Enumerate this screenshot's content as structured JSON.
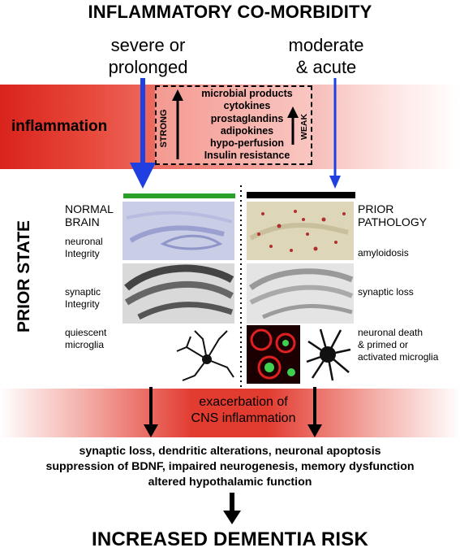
{
  "title": "INFLAMMATORY CO-MORBIDITY",
  "left_trigger": [
    "severe or",
    "prolonged"
  ],
  "right_trigger": [
    "moderate",
    "& acute"
  ],
  "band_label": "inflammation",
  "strong_label": "STRONG",
  "weak_label": "WEAK",
  "mediators": [
    "microbial products",
    "cytokines",
    "prostaglandins",
    "adipokines",
    "hypo-perfusion",
    "Insulin resistance"
  ],
  "prior_state_label": "PRIOR STATE",
  "normal": {
    "heading": [
      "NORMAL",
      "BRAIN"
    ],
    "row1": [
      "neuronal",
      "Integrity"
    ],
    "row2": [
      "synaptic",
      "Integrity"
    ],
    "row3": [
      "quiescent",
      "microglia"
    ]
  },
  "pathology": {
    "heading": [
      "PRIOR",
      "PATHOLOGY"
    ],
    "row1": [
      "amyloidosis"
    ],
    "row2": [
      "synaptic loss"
    ],
    "row3": [
      "neuronal death",
      "& primed or",
      "activated microglia"
    ]
  },
  "exacerbation": [
    "exacerbation of",
    "CNS inflammation"
  ],
  "effects": [
    "synaptic loss, dendritic alterations, neuronal apoptosis",
    "suppression of BDNF, impaired neurogenesis, memory dysfunction",
    "altered hypothalamic function"
  ],
  "outcome": "INCREASED DEMENTIA RISK",
  "colors": {
    "blue_arrow": "#1f3fe0",
    "green_bar": "#2aa02a",
    "band_red": "#e0322a"
  }
}
